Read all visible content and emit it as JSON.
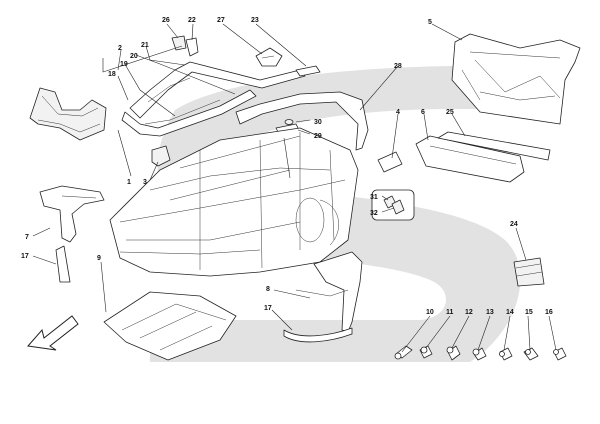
{
  "diagram": {
    "callouts": [
      "1",
      "2",
      "3",
      "4",
      "5",
      "6",
      "7",
      "8",
      "9",
      "10",
      "11",
      "12",
      "13",
      "14",
      "15",
      "16",
      "17",
      "18",
      "19",
      "20",
      "21",
      "22",
      "23",
      "24",
      "25",
      "26",
      "27",
      "28",
      "29",
      "30",
      "31",
      "32"
    ],
    "colors": {
      "watermark": "#e2e2e2",
      "line": "#222222",
      "background": "#ffffff"
    },
    "icons": [
      "direction-arrow-icon",
      "watermark-logo"
    ]
  }
}
